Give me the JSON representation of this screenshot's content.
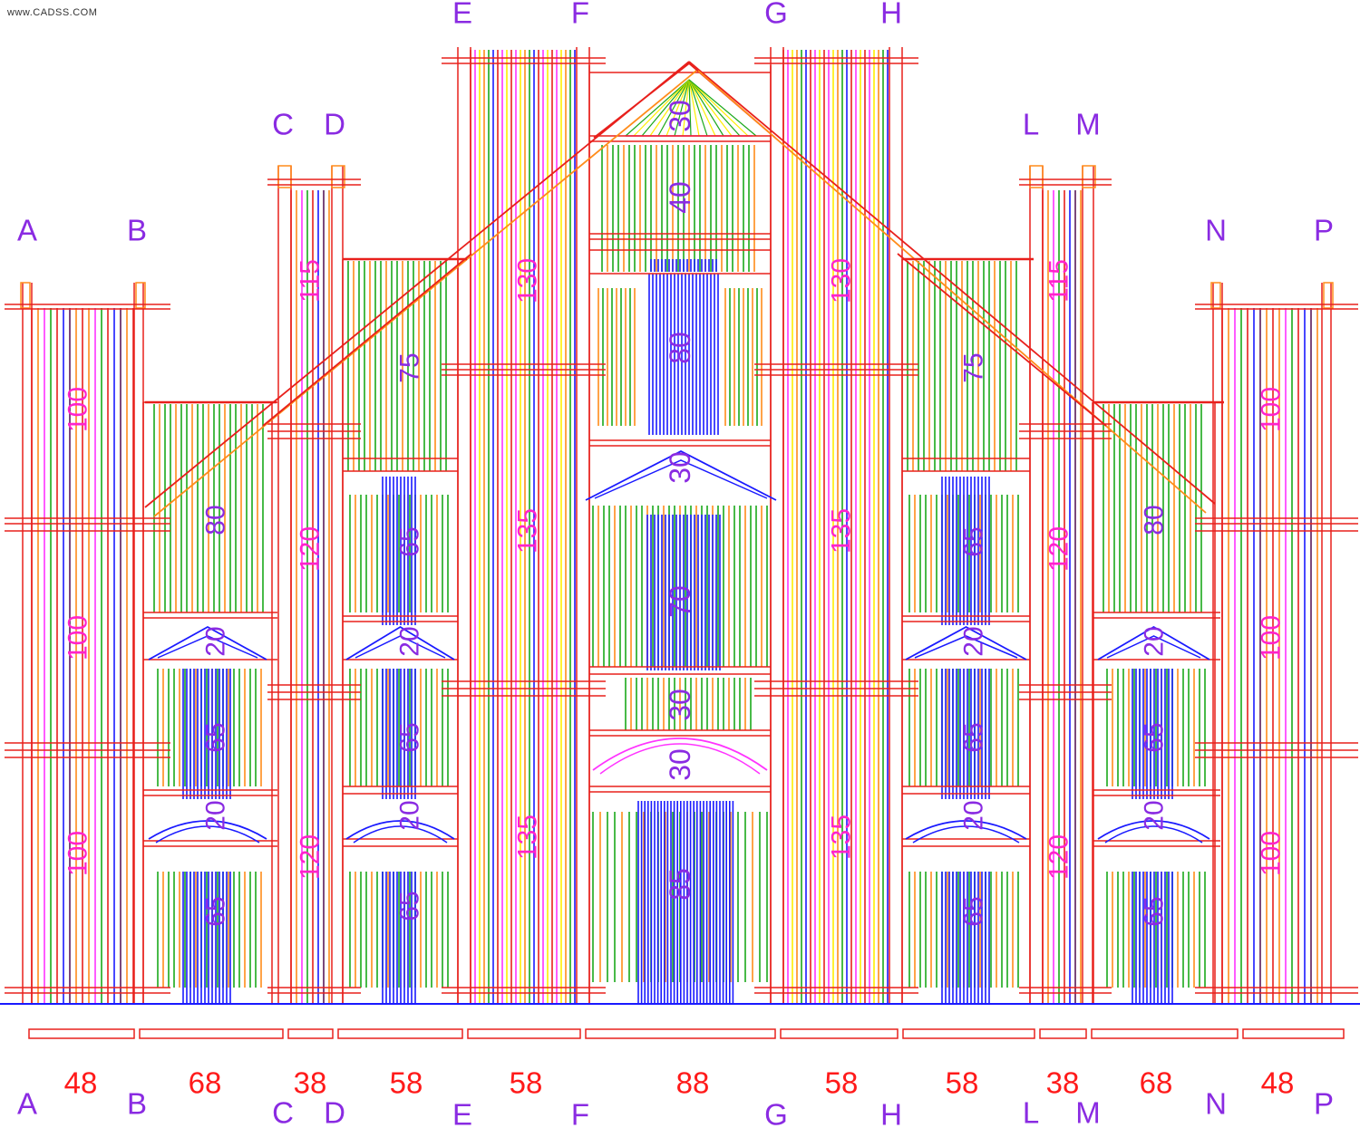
{
  "watermark": "www.CADSS.COM",
  "colors": {
    "frame": "#e8201c",
    "letter": "#8a2be2",
    "measure": "#ff1a1a",
    "height_label": "#ff22cc",
    "inner_label": "#8a2be2",
    "green": "#1aa81a",
    "orange": "#ff8c1a",
    "blue": "#1a1aff",
    "magenta": "#ff33ff",
    "yellow": "#ffee00",
    "dark": "#5a1a5a"
  },
  "axis_letters": [
    "A",
    "B",
    "C",
    "D",
    "E",
    "F",
    "G",
    "H",
    "L",
    "M",
    "N",
    "P"
  ],
  "bay_widths": [
    "48",
    "68",
    "38",
    "58",
    "58",
    "88",
    "58",
    "58",
    "38",
    "68",
    "48"
  ],
  "labels": {
    "tower_a": [
      "100",
      "100",
      "100"
    ],
    "tower_p": [
      "100",
      "100",
      "100"
    ],
    "tower_c": [
      "115",
      "120",
      "120"
    ],
    "tower_l": [
      "115",
      "120",
      "120"
    ],
    "tower_e": [
      "130",
      "135",
      "135"
    ],
    "tower_g": [
      "130",
      "135",
      "135"
    ],
    "bay_b": [
      "80",
      "20",
      "65",
      "20",
      "65"
    ],
    "bay_m": [
      "80",
      "20",
      "65",
      "20",
      "65"
    ],
    "bay_d": [
      "75",
      "65",
      "20",
      "65",
      "20",
      "65"
    ],
    "bay_h": [
      "75",
      "65",
      "20",
      "65",
      "20",
      "65"
    ],
    "center": [
      "30",
      "40",
      "80",
      "30",
      "70",
      "30",
      "30",
      "85"
    ]
  }
}
